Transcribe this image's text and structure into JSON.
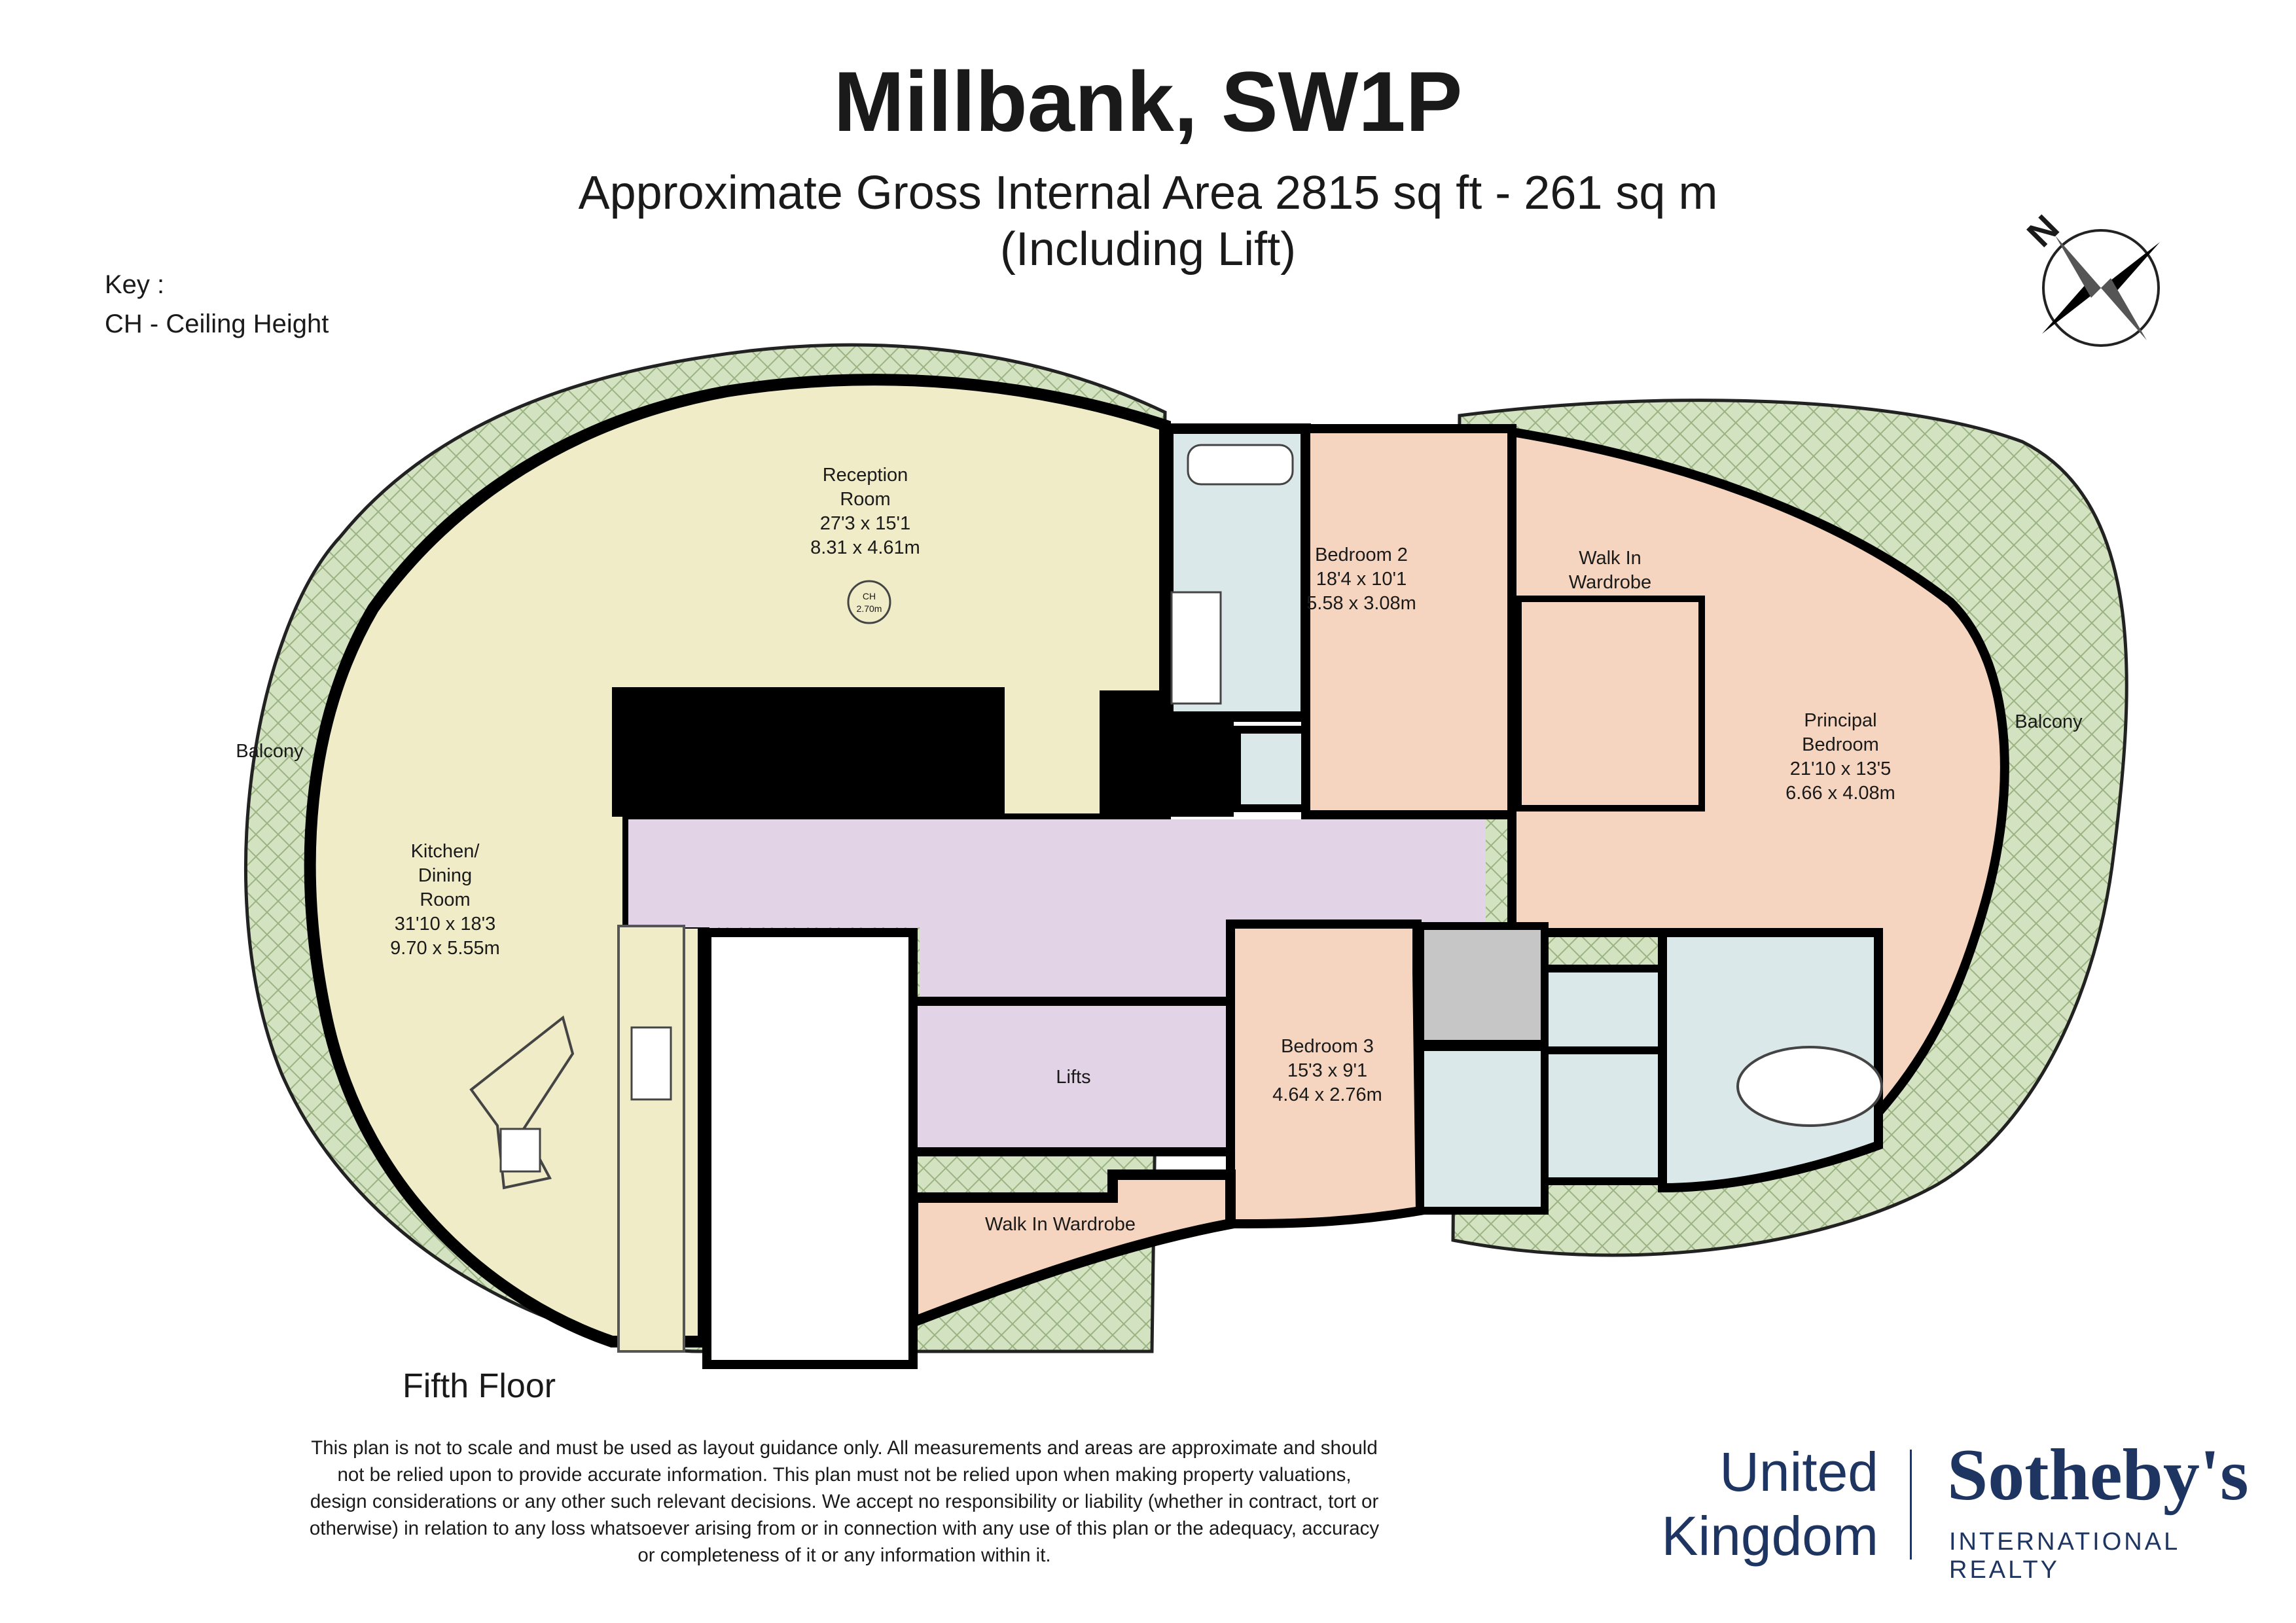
{
  "header": {
    "title": "Millbank, SW1P",
    "subtitle_line1": "Approximate Gross Internal Area 2815 sq ft - 261 sq m",
    "subtitle_line2": "(Including Lift)"
  },
  "key": {
    "heading": "Key :",
    "entry": "CH - Ceiling Height"
  },
  "compass": {
    "label": "N"
  },
  "floor_label": "Fifth Floor",
  "rooms": {
    "reception": {
      "name1": "Reception",
      "name2": "Room",
      "imperial": "27'3 x 15'1",
      "metric": "8.31 x 4.61m"
    },
    "ceiling_badge": {
      "label": "CH",
      "value": "2.70m"
    },
    "kitchen": {
      "name1": "Kitchen/",
      "name2": "Dining",
      "name3": "Room",
      "imperial": "31'10 x 18'3",
      "metric": "9.70 x 5.55m"
    },
    "bedroom2": {
      "name": "Bedroom 2",
      "imperial": "18'4 x 10'1",
      "metric": "5.58 x 3.08m"
    },
    "walk_in_wardrobe_top": {
      "name1": "Walk In",
      "name2": "Wardrobe"
    },
    "principal": {
      "name1": "Principal",
      "name2": "Bedroom",
      "imperial": "21'10 x 13'5",
      "metric": "6.66 x 4.08m"
    },
    "bedroom3": {
      "name": "Bedroom 3",
      "imperial": "15'3 x 9'1",
      "metric": "4.64 x 2.76m"
    },
    "lifts": {
      "name": "Lifts"
    },
    "walk_in_wardrobe_bottom": {
      "name": "Walk In Wardrobe"
    },
    "balcony_left": {
      "name": "Balcony"
    },
    "balcony_right": {
      "name": "Balcony"
    }
  },
  "disclaimer": {
    "line1": "This plan is not to scale and must be used as layout guidance only. All measurements and areas are approximate and should",
    "line2": "not be relied upon to provide accurate information. This plan must not be relied upon when making property valuations,",
    "line3": "design considerations or any other such relevant decisions. We accept no responsibility or liability (whether in contract, tort or",
    "line4": "otherwise) in relation to any loss whatsoever arising from or in connection with any use of this plan or the adequacy, accuracy",
    "line5": "or completeness of it or any information within it."
  },
  "brand": {
    "region_line1": "United",
    "region_line2": "Kingdom",
    "name": "Sotheby's",
    "tagline": "INTERNATIONAL REALTY"
  },
  "colors": {
    "balcony": "#d3e2c0",
    "reception_kitchen": "#f0ecc7",
    "bedrooms": "#f5d5bf",
    "hall_lifts": "#e3d3e6",
    "bathrooms": "#dbe8ea",
    "storage": "#c6c6c6",
    "walls": "#000000",
    "brand_navy": "#1e3561"
  }
}
